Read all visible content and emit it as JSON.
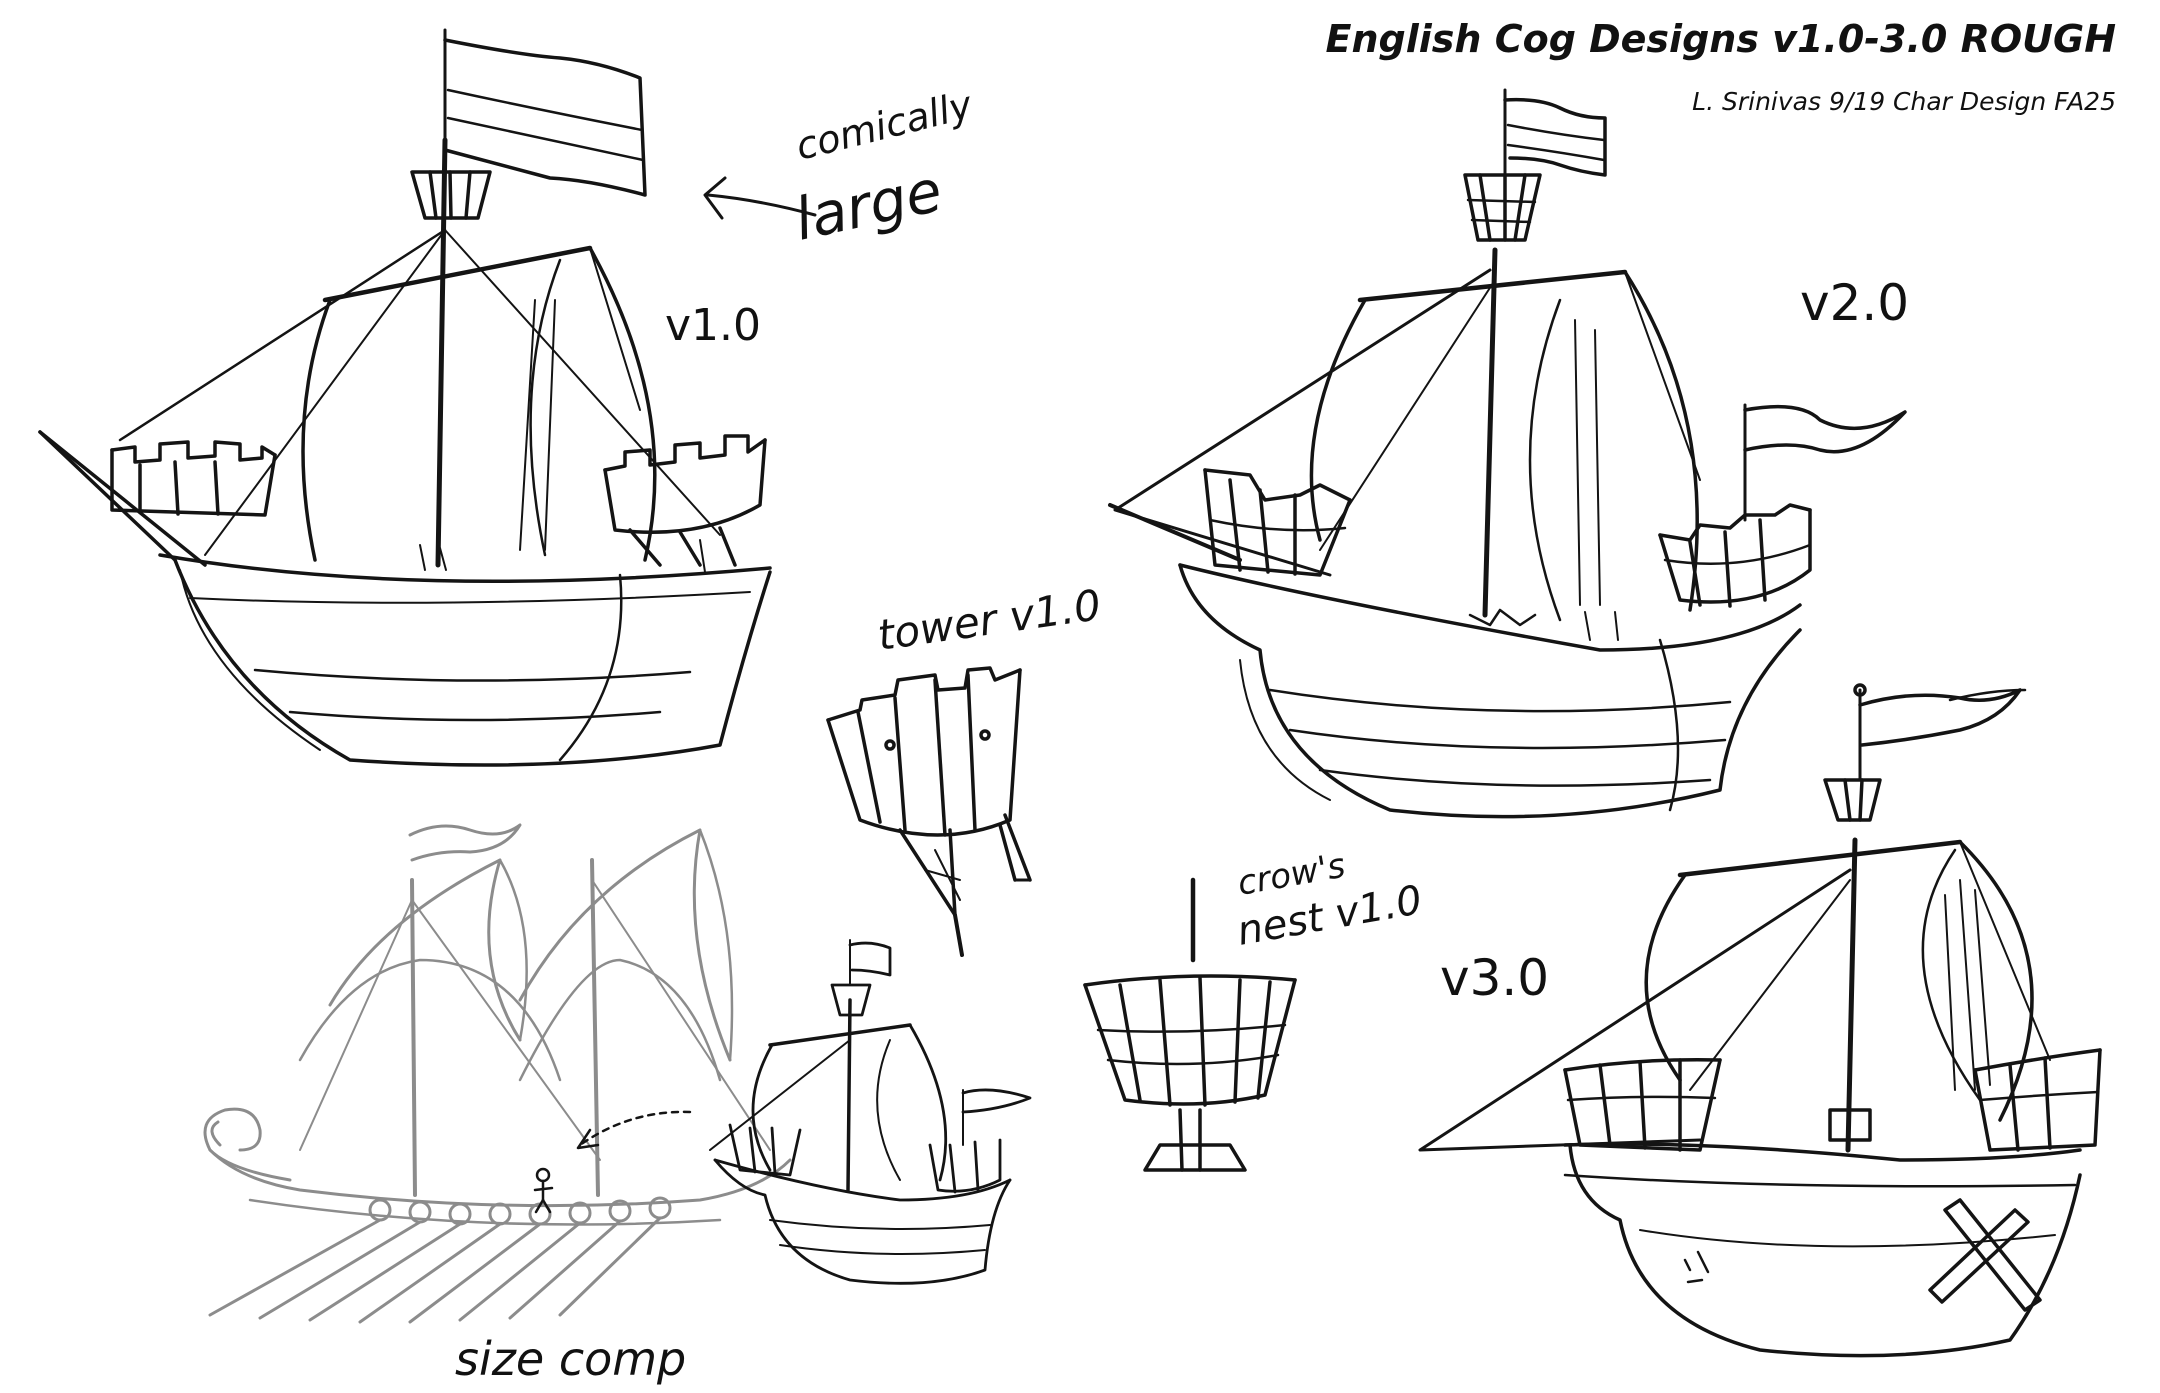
{
  "sheet": {
    "title": "English Cog Designs v1.0-3.0 ROUGH",
    "credit": "L. Srinivas 9/19 Char Design FA25"
  },
  "labels": {
    "v1": "v1.0",
    "v2": "v2.0",
    "v3": "v3.0",
    "note_line1": "comically",
    "note_line2": "large",
    "tower": "tower v1.0",
    "nest_line1": "crow's",
    "nest_line2": "nest v1.0",
    "size_comp": "size comp"
  },
  "colors": {
    "ink": "#141414",
    "pencil": "#8c8c8c",
    "paper": "#ffffff"
  }
}
